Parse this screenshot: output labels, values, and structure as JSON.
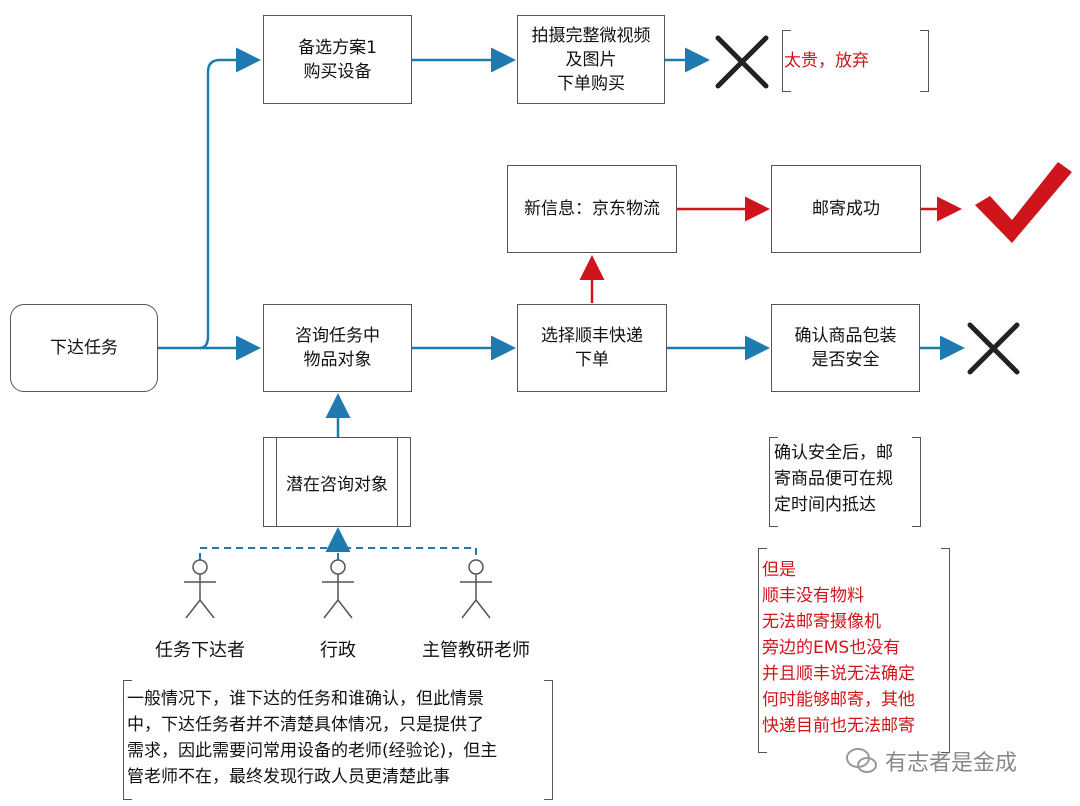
{
  "nodes": {
    "start": "下达任务",
    "alt_plan": "备选方案1\n购买设备",
    "video": "拍摄完整微视频\n及图片\n下单购买",
    "consult": "咨询任务中\n物品对象",
    "potential": "潜在咨询对象",
    "choose_sf": "选择顺丰快递\n下单",
    "new_info": "新信息：京东物流",
    "mail_success": "邮寄成功",
    "confirm_pack": "确认商品包装\n是否安全"
  },
  "notes": {
    "too_expensive": "太贵，放弃",
    "after_confirm": "确认安全后，邮\n寄商品便可在规\n定时间内抵达",
    "but_lines": "但是\n顺丰没有物料\n无法邮寄摄像机\n旁边的EMS也没有\n并且顺丰说无法确定\n何时能够邮寄，其他\n快递目前也无法邮寄",
    "general": "一般情况下，谁下达的任务和谁确认，但此情景\n中，下达任务者并不清楚具体情况，只是提供了\n需求，因此需要问常用设备的老师(经验论)，但主\n管老师不在，最终发现行政人员更清楚此事"
  },
  "actors": [
    "任务下达者",
    "行政",
    "主管教研老师"
  ],
  "watermark": "有志者是金成",
  "colors": {
    "blue": "#1f7ab0",
    "red": "#d0141c",
    "dark": "#222222"
  }
}
